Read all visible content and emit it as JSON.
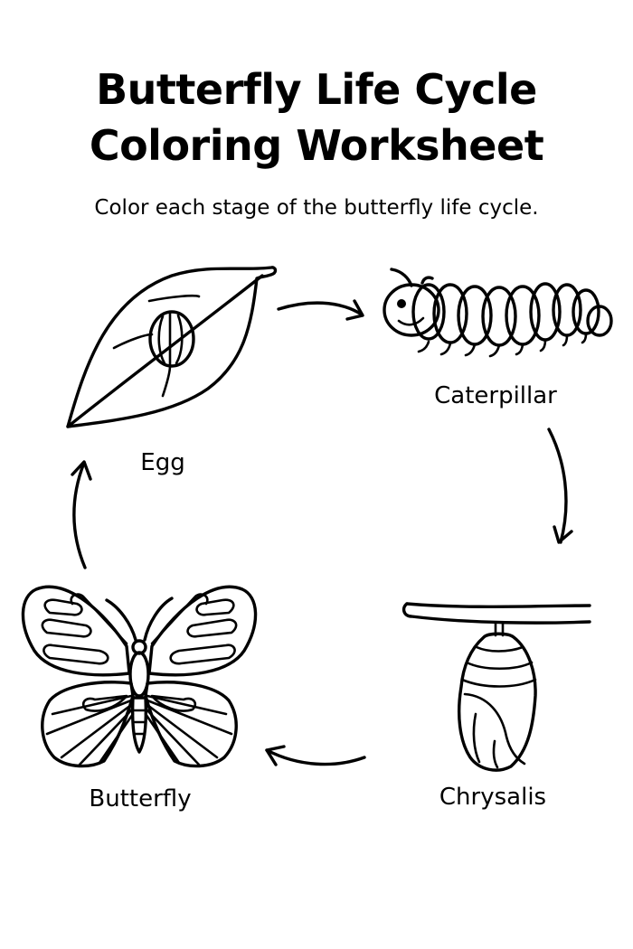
{
  "worksheet": {
    "title_line1": "Butterfly Life Cycle",
    "title_line2": "Coloring Worksheet",
    "instructions": "Color each stage of the butterfly life cycle."
  },
  "stages": [
    {
      "id": "egg",
      "label": "Egg",
      "icon": "egg-on-leaf-icon"
    },
    {
      "id": "caterpillar",
      "label": "Caterpillar",
      "icon": "caterpillar-icon"
    },
    {
      "id": "chrysalis",
      "label": "Chrysalis",
      "icon": "chrysalis-icon"
    },
    {
      "id": "butterfly",
      "label": "Butterfly",
      "icon": "butterfly-icon"
    }
  ],
  "arrows": [
    {
      "from": "Egg",
      "to": "Caterpillar",
      "direction": "right"
    },
    {
      "from": "Caterpillar",
      "to": "Chrysalis",
      "direction": "down"
    },
    {
      "from": "Chrysalis",
      "to": "Butterfly",
      "direction": "left"
    },
    {
      "from": "Butterfly",
      "to": "Egg",
      "direction": "up"
    }
  ],
  "colors": {
    "ink": "#000000",
    "paper": "#ffffff"
  }
}
